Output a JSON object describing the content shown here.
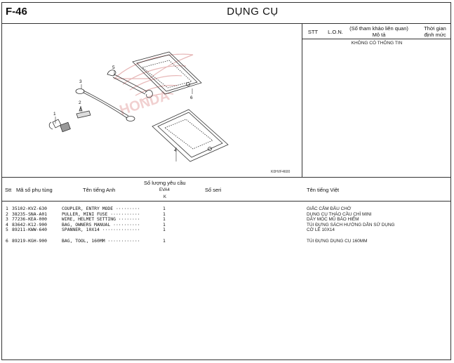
{
  "page": {
    "code": "F-46",
    "title": "DỤNG CỤ"
  },
  "ref_table": {
    "stt": "STT",
    "lon": "L.O.N.",
    "ref_desc_line1": "(Số tham khảo liên quan)",
    "ref_desc_line2": "Mô tả",
    "time_line1": "Thời gian",
    "time_line2": "định mức",
    "note": "KHÔNG CÓ THÔNG TIN"
  },
  "diagram": {
    "code": "K0HVF4600",
    "callouts": [
      "1",
      "2",
      "3",
      "4",
      "5",
      "6"
    ],
    "watermark": "HONDA"
  },
  "parts_header": {
    "stt": "Stt",
    "part_no": "Mã số phụ tùng",
    "name_en": "Tên tiếng Anh",
    "qty_required": "Số lượng yêu cầu",
    "model": "EVA4",
    "model_sub": "K",
    "serial": "Số seri",
    "name_vi": "Tên tiếng Việt"
  },
  "parts": [
    {
      "stt": "1",
      "part_no": "35102-KVZ-630",
      "name_en": "COUPLER, ENTRY MODE ·········",
      "qty": "1",
      "name_vi": "GIẮC CẮM ĐẦU CHỜ"
    },
    {
      "stt": "2",
      "part_no": "38235-SNA-A01",
      "name_en": "PULLER, MINI FUSE ···········",
      "qty": "1",
      "name_vi": "DỤNG CỤ THÁO CẦU CHÌ MINI"
    },
    {
      "stt": "3",
      "part_no": "77236-KEA-000",
      "name_en": "WIRE, HELMET SETTING ········",
      "qty": "1",
      "name_vi": "DÂY MÓC MŨ BẢO HIỂM"
    },
    {
      "stt": "4",
      "part_no": "83642-K12-900",
      "name_en": "BAG, OWNERS MANUAL ··········",
      "qty": "1",
      "name_vi": "TÚI ĐỰNG SÁCH HƯỚNG DẪN SỬ DỤNG"
    },
    {
      "stt": "5",
      "part_no": "89211-KWW-640",
      "name_en": "SPANNER, 10X14 ··············",
      "qty": "1",
      "name_vi": "CỜ LÊ 10X14"
    },
    {
      "stt": "6",
      "part_no": "89219-KGH-900",
      "name_en": "BAG, TOOL, 160MM ············",
      "qty": "1",
      "name_vi": "TÚI ĐỰNG DỤNG CỤ 160MM"
    }
  ]
}
